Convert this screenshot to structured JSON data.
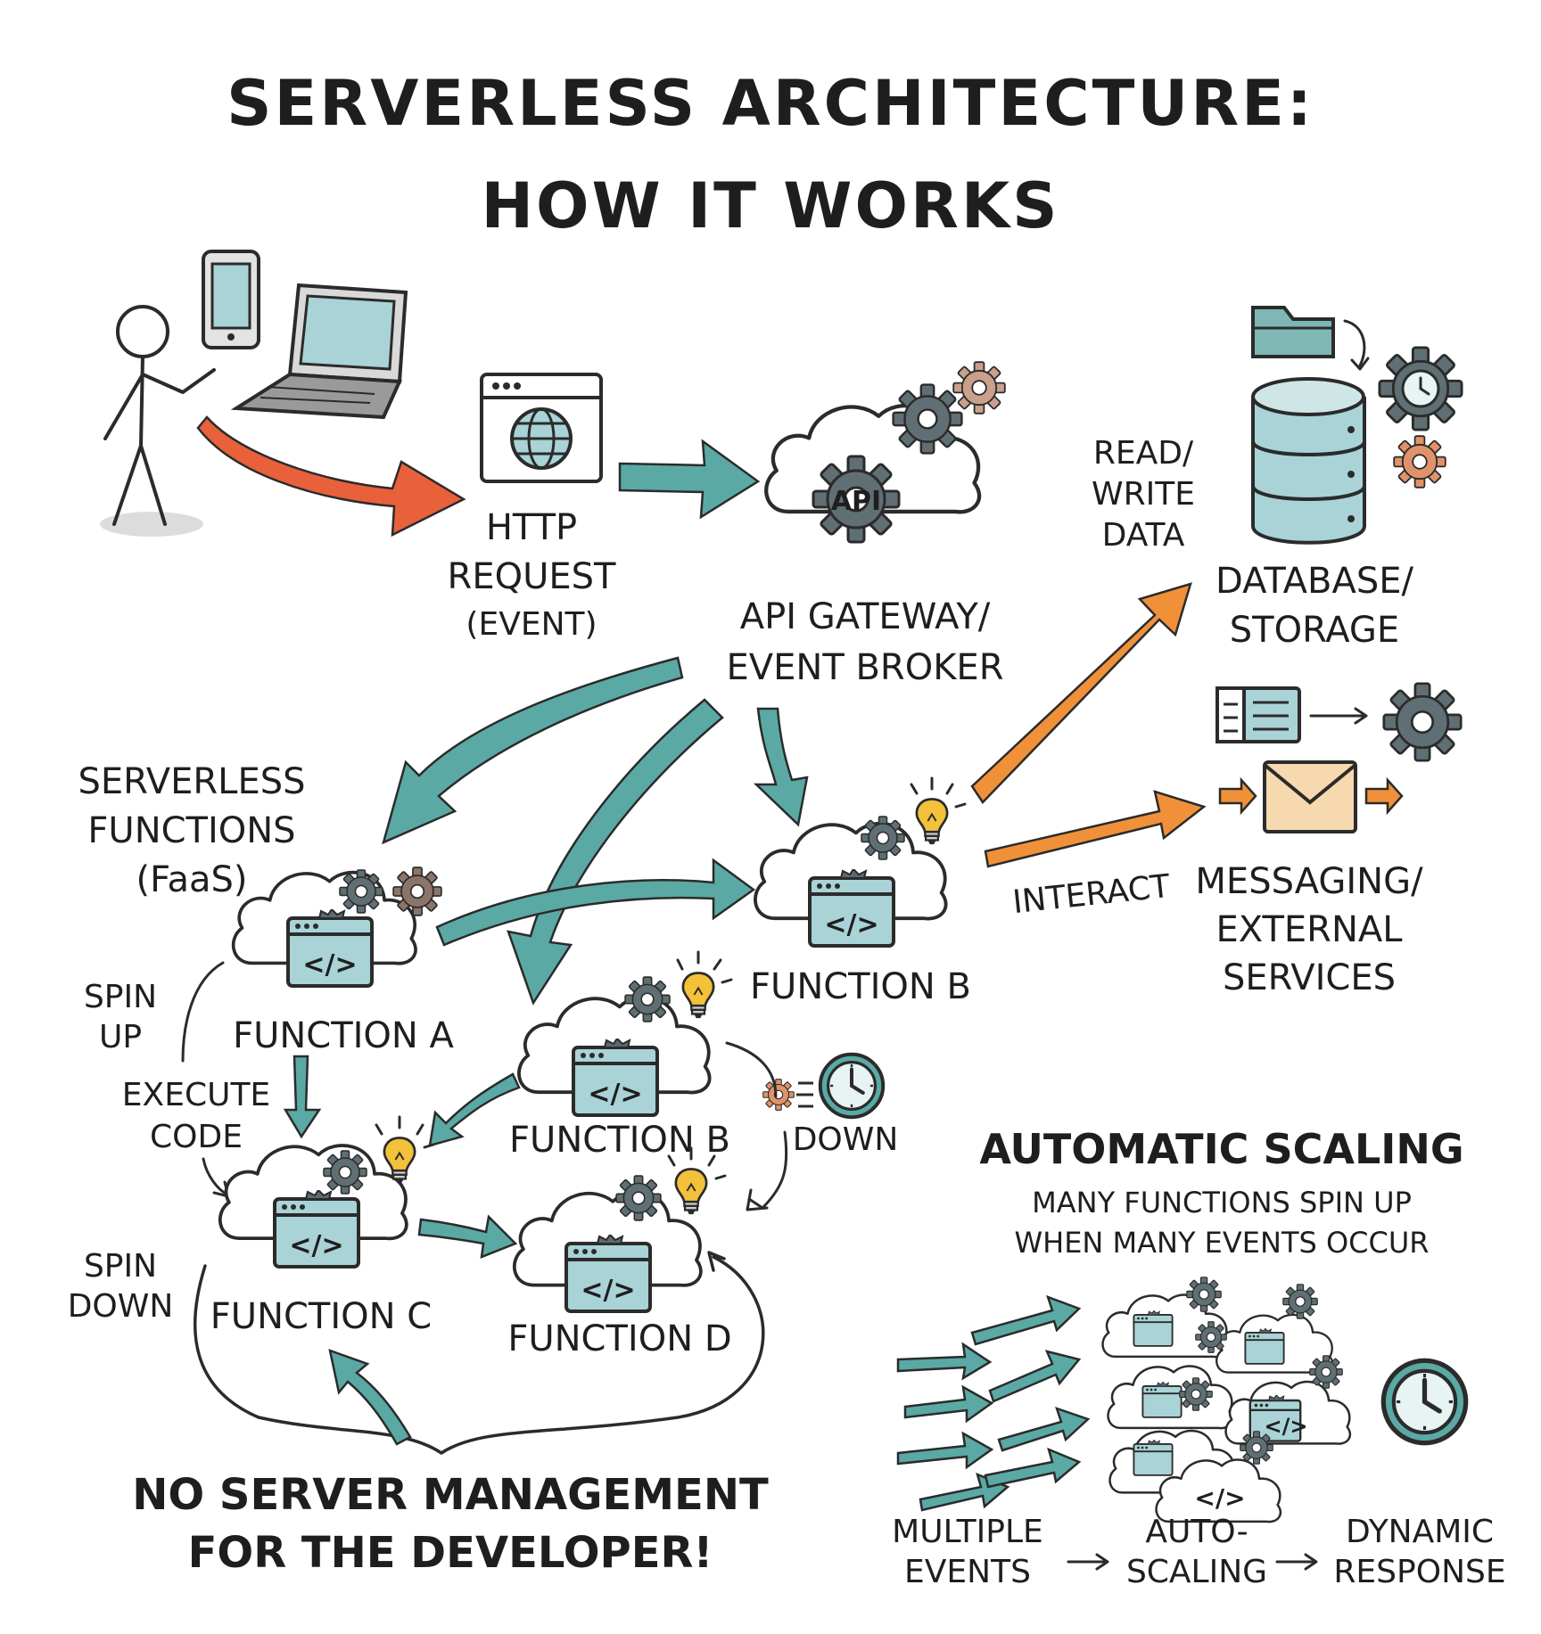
{
  "title": {
    "line1": "SERVERLESS ARCHITECTURE:",
    "line2": "HOW IT WORKS"
  },
  "http_request": {
    "line1": "HTTP",
    "line2": "REQUEST",
    "line3": "(EVENT)"
  },
  "api_gateway": {
    "line1": "API GATEWAY/",
    "line2": "EVENT BROKER",
    "badge": "API"
  },
  "database": {
    "line1": "DATABASE/",
    "line2": "STORAGE"
  },
  "read_write": {
    "line1": "READ/",
    "line2": "WRITE",
    "line3": "DATA"
  },
  "messaging": {
    "line1": "MESSAGING/",
    "line2": "EXTERNAL",
    "line3": "SERVICES"
  },
  "interact": "INTERACT",
  "faas": {
    "line1": "SERVERLESS",
    "line2": "FUNCTIONS",
    "line3": "(FaaS)"
  },
  "functions": {
    "a": "FUNCTION A",
    "b_top": "FUNCTION B",
    "b_mid": "FUNCTION B",
    "c": "FUNCTION C",
    "d": "FUNCTION D"
  },
  "code_glyph": "</>",
  "lifecycle": {
    "spin_up_1": "SPIN",
    "spin_up_2": "UP",
    "execute_1": "EXECUTE",
    "execute_2": "CODE",
    "spin_down_1": "SPIN",
    "spin_down_2": "DOWN",
    "down": "DOWN"
  },
  "no_server": {
    "line1": "NO SERVER MANAGEMENT",
    "line2": "FOR THE DEVELOPER!"
  },
  "scaling": {
    "title": "AUTOMATIC SCALING",
    "sub1": "MANY FUNCTIONS SPIN UP",
    "sub2": "WHEN MANY EVENTS OCCUR",
    "flow": [
      {
        "line1": "MULTIPLE",
        "line2": "EVENTS"
      },
      {
        "line1": "AUTO-",
        "line2": "SCALING"
      },
      {
        "line1": "DYNAMIC",
        "line2": "RESPONSE"
      }
    ]
  },
  "icons": [
    "user-icon",
    "phone-icon",
    "laptop-icon",
    "browser-globe-icon",
    "gear-icon",
    "database-icon",
    "folder-icon",
    "clock-icon",
    "lightbulb-icon",
    "document-icon",
    "envelope-icon",
    "cloud-icon"
  ],
  "colors": {
    "teal": "#5aa9a5",
    "teal_light": "#a9d3d6",
    "orange": "#f0913a",
    "red_orange": "#e8613a",
    "bulb": "#f3c13a",
    "ink": "#2b2b2b"
  }
}
